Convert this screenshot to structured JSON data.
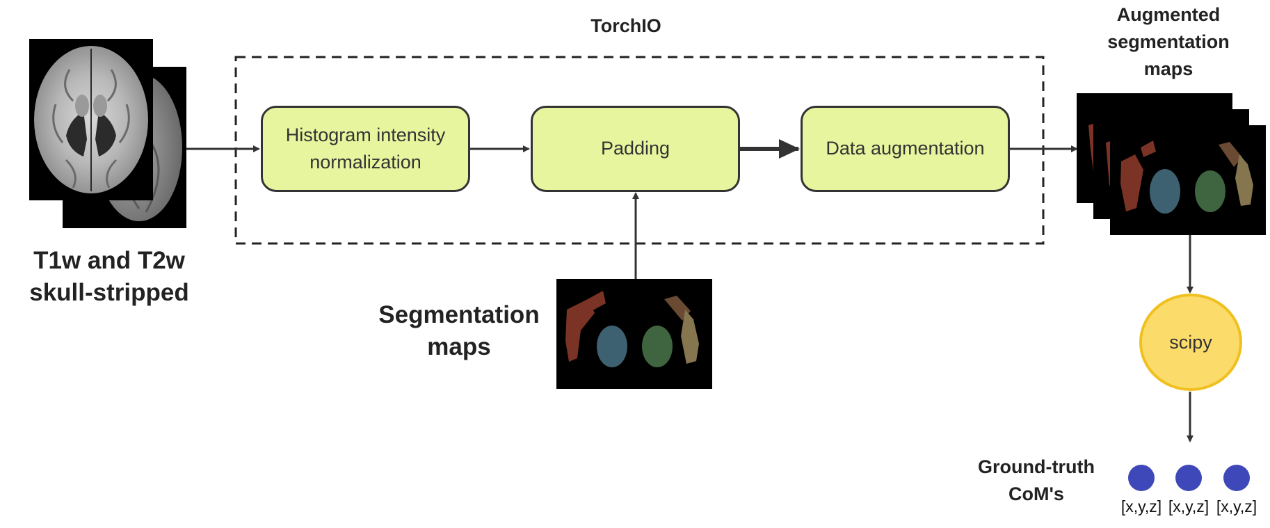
{
  "colors": {
    "process_fill": "#e6f59e",
    "scipy_fill": "#fbdc6a",
    "dot_fill": "#3f48b9",
    "arrow": "#333333"
  },
  "input_label": {
    "line1": "T1w and T2w",
    "line2": "skull-stripped"
  },
  "group_label": "TorchIO",
  "steps": [
    {
      "line1": "Histogram intensity",
      "line2": "normalization"
    },
    {
      "label": "Padding"
    },
    {
      "label": "Data augmentation"
    }
  ],
  "segmentation_label": {
    "line1": "Segmentation",
    "line2": "maps"
  },
  "augmented_label": {
    "line1": "Augmented",
    "line2": "segmentation",
    "line3": "maps"
  },
  "scipy_label": "scipy",
  "ground_truth_label": {
    "line1": "Ground-truth",
    "line2": "CoM's"
  },
  "com_coords": [
    "[x,y,z]",
    "[x,y,z]",
    "[x,y,z]"
  ],
  "region_colors": [
    "#7a3325",
    "#3d6170",
    "#3f6440",
    "#6a4a33",
    "#857650"
  ]
}
